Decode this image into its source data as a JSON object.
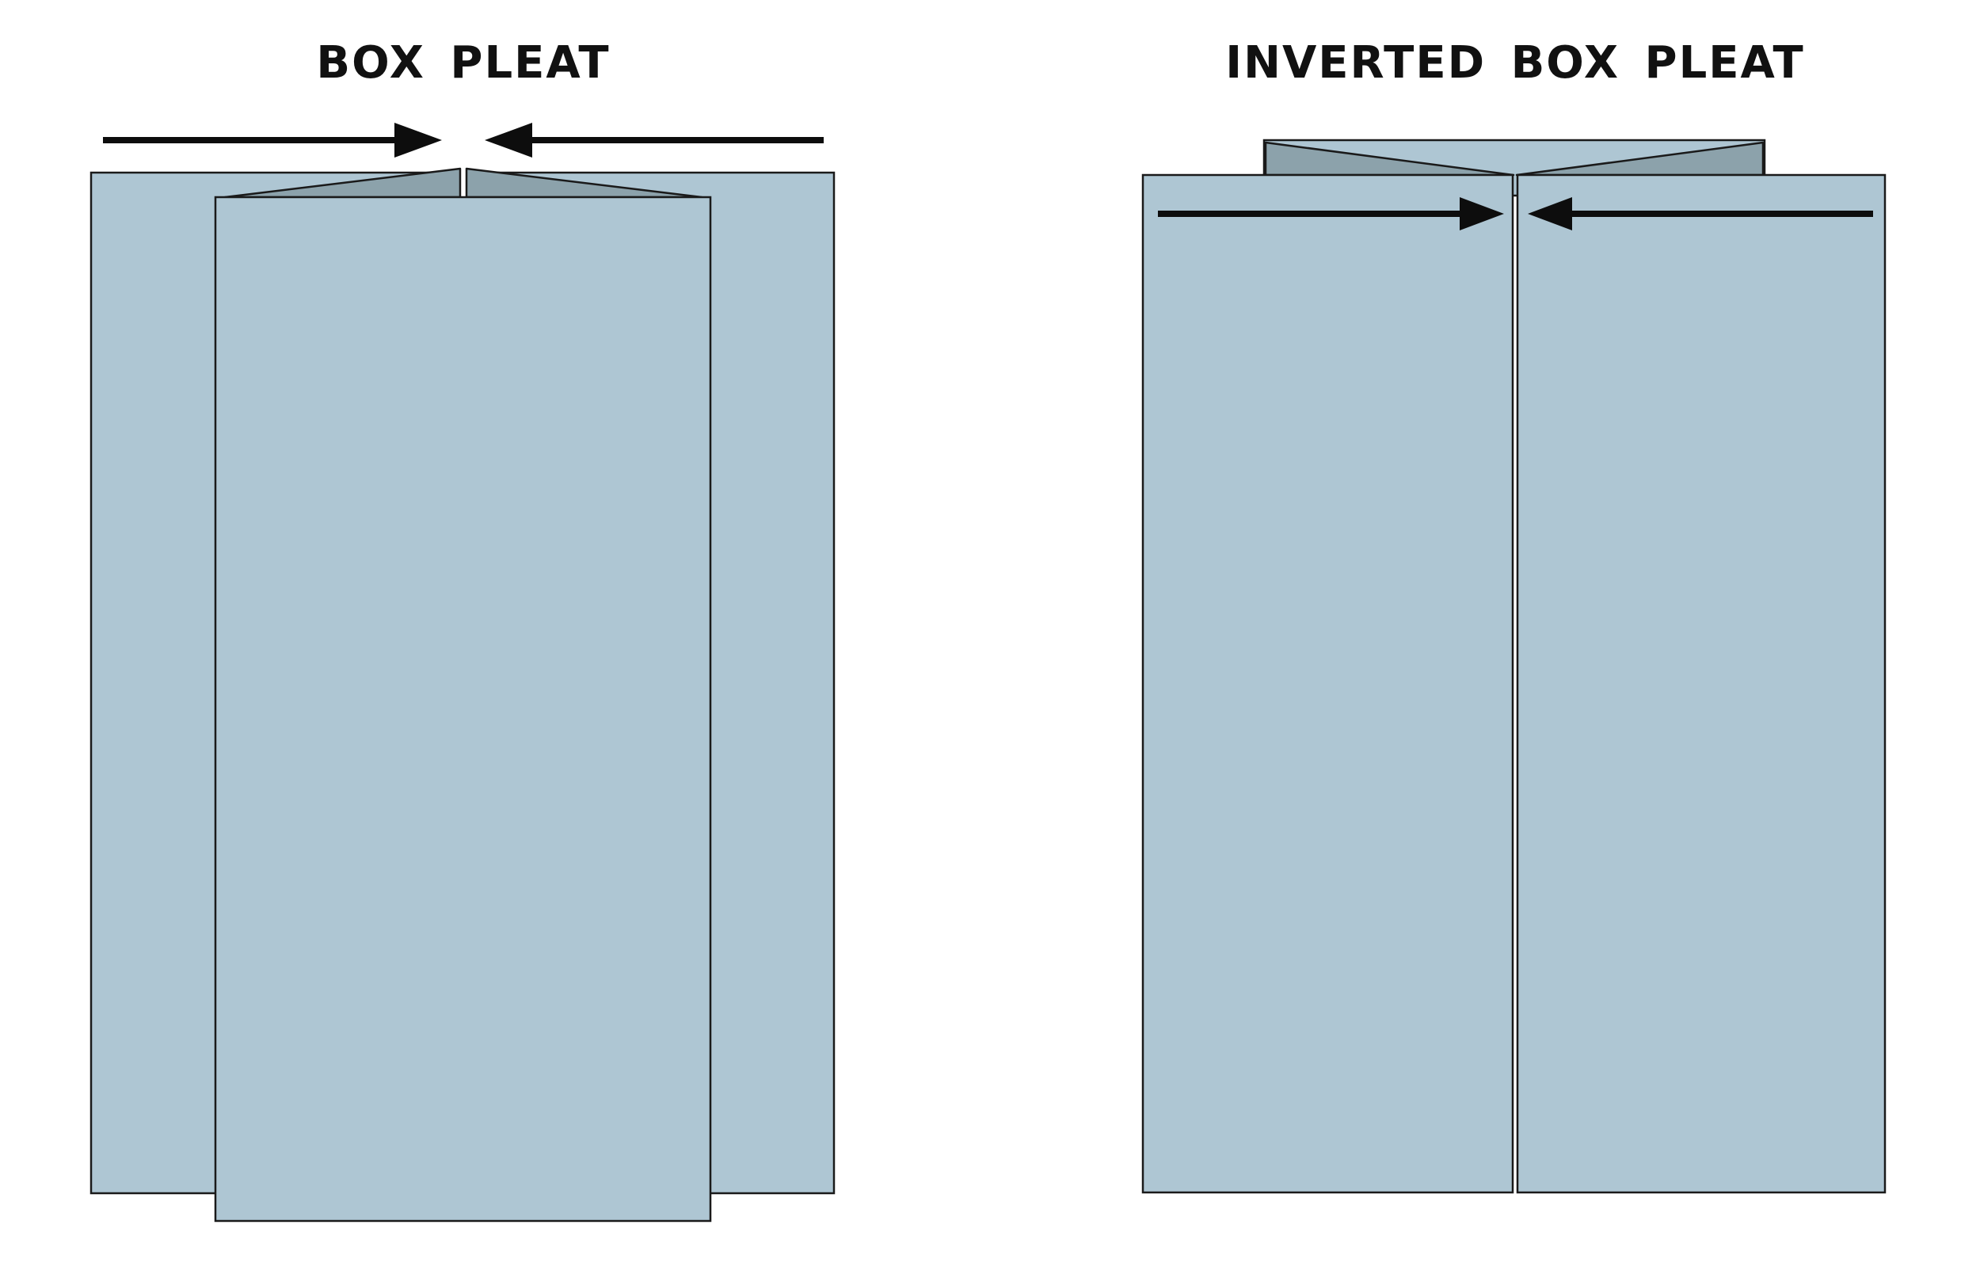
{
  "figures": [
    {
      "id": "box-pleat",
      "title": "BOX PLEAT"
    },
    {
      "id": "inverted-box-pleat",
      "title": "INVERTED BOX PLEAT"
    }
  ],
  "colors": {
    "background": "#ffffff",
    "fabric_panel": "#aec6d3",
    "fold_shadow": "#8ca2ab",
    "outline": "#1a1a1a",
    "arrow": "#0d0d0d",
    "title_text": "#111111",
    "pleat_gap": "#ffffff"
  }
}
